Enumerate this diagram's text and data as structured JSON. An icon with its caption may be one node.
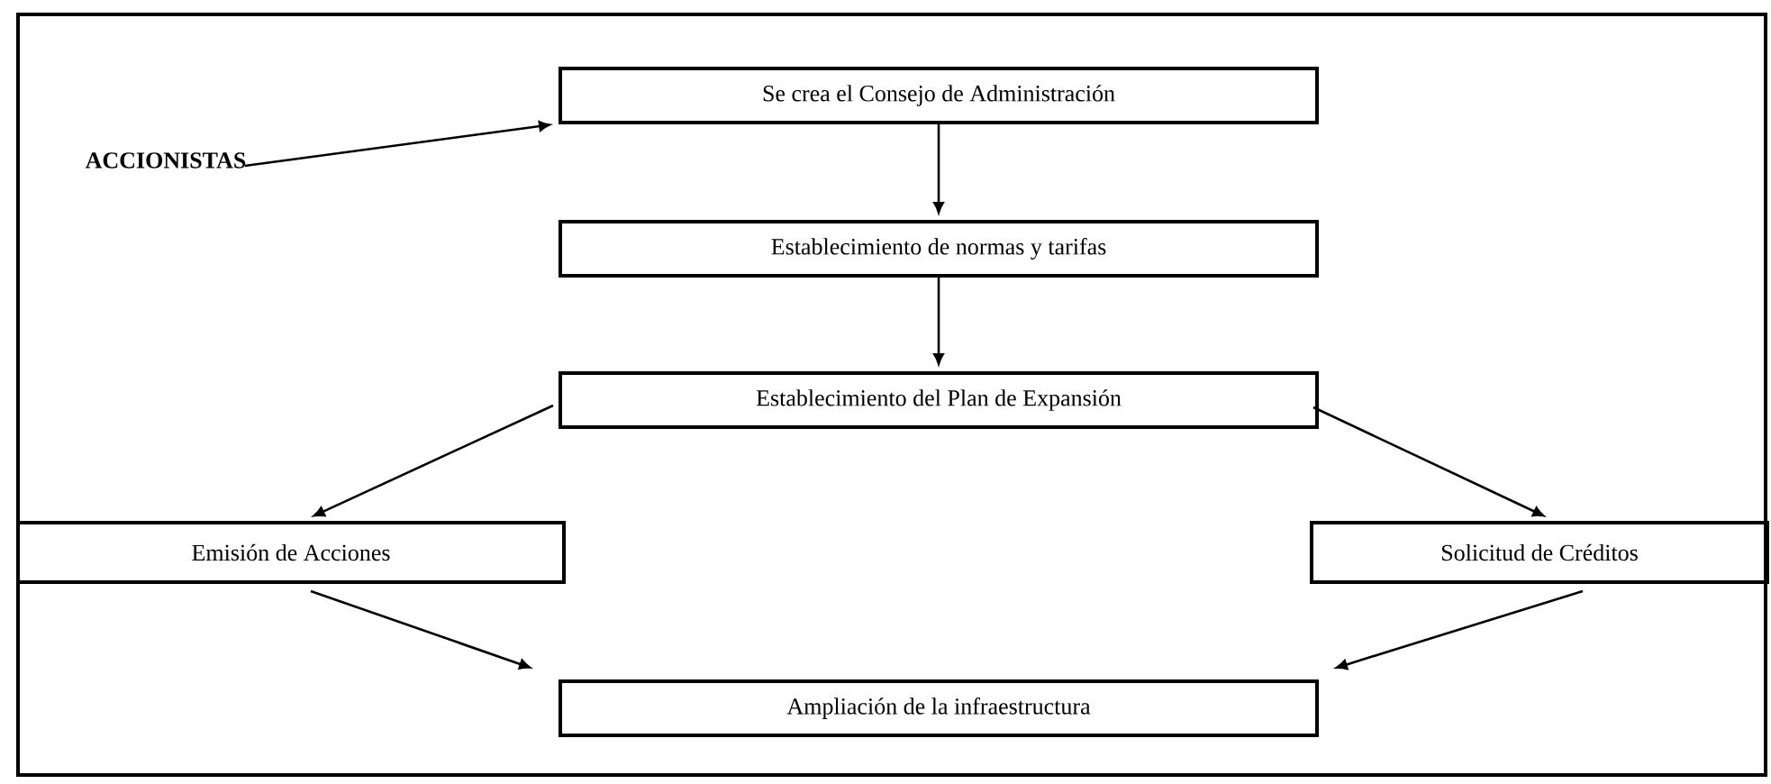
{
  "diagram": {
    "nodes": [
      {
        "text": [
          "ACCIONISTAS"
        ]
      },
      {
        "text": [
          "Se crea el Consejo de Administración"
        ]
      },
      {
        "text": [
          "Establecimiento de normas  y tarifas"
        ]
      },
      {
        "text": [
          "Establecimiento del Plan de Expansión"
        ]
      },
      {
        "text": [
          "Emisión de Acciones"
        ]
      },
      {
        "text": [
          "Solicitud  de Créditos"
        ]
      },
      {
        "text": [
          "Ampliación de la infraestructura"
        ]
      }
    ],
    "edges": [
      {
        "from": 0,
        "to": 1,
        "arrow": "to"
      },
      {
        "from": 1,
        "to": 2,
        "arrow": "to"
      },
      {
        "from": 2,
        "to": 3,
        "arrow": "to"
      },
      {
        "from": 3,
        "to": 4,
        "arrow": "to"
      },
      {
        "from": 3,
        "to": 5,
        "arrow": "to"
      },
      {
        "from": 4,
        "to": 6,
        "arrow": "to"
      },
      {
        "from": 5,
        "to": 6,
        "arrow": "to"
      }
    ]
  }
}
